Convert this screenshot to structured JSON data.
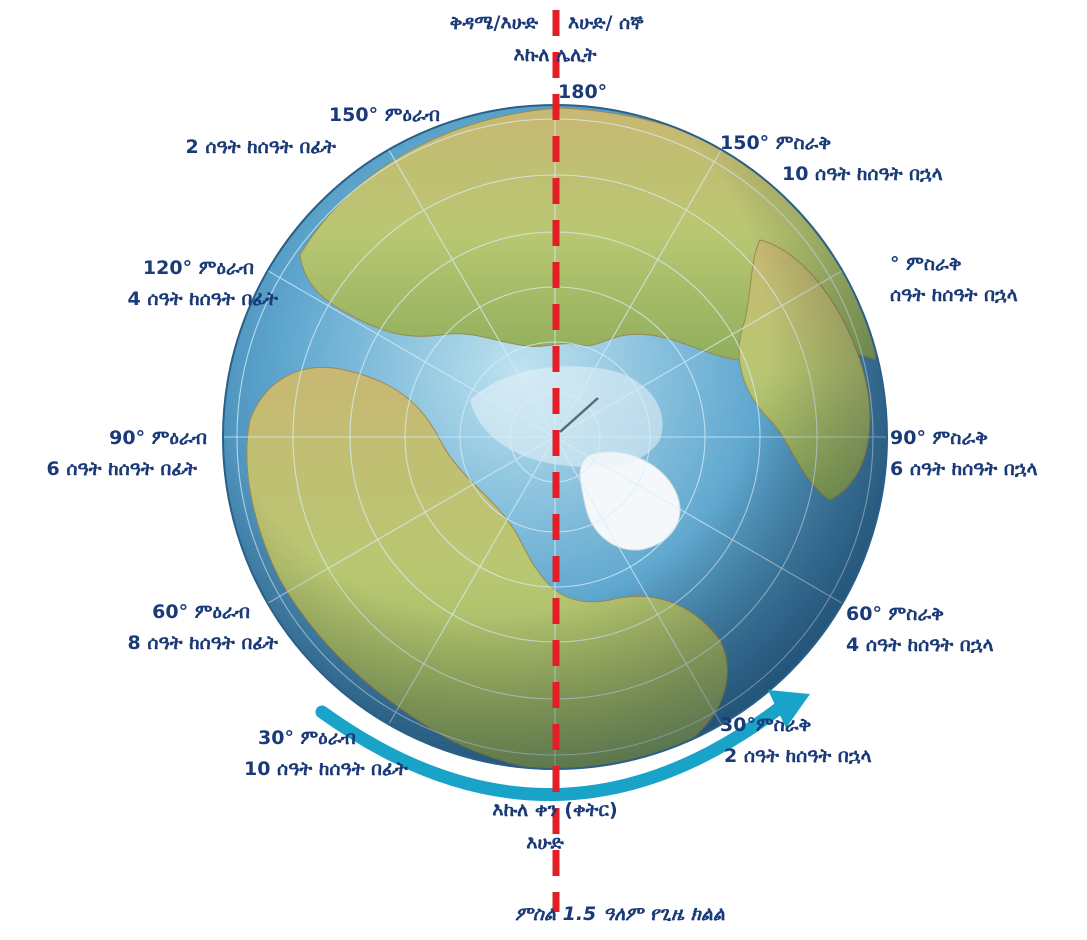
{
  "colors": {
    "label_text": "#1a3a78",
    "dateline": "#e41e26",
    "rotation_arrow": "#1aa3c8",
    "ocean": "#4a93c2",
    "land": "#d9c98a",
    "polar_ice": "#f4f8fb"
  },
  "top": {
    "left_label": "ቅዳሜ/እሁድ",
    "right_label": "እሁድ/ ሰኞ",
    "line_name": "እኩለ ሌሊት",
    "degree_180": "180°"
  },
  "west": [
    {
      "degree": "150° ምዕራብ",
      "hours": "2 ሰዓት  ከሰዓት  በፊት"
    },
    {
      "degree": "120° ምዕራብ",
      "hours": "4 ሰዓት  ከሰዓት  በፊት"
    },
    {
      "degree": "90° ምዕራብ",
      "hours": "6 ሰዓት  ከሰዓት  በፊት"
    },
    {
      "degree": "60° ምዕራብ",
      "hours": "8 ሰዓት  ከሰዓት  በፊት"
    },
    {
      "degree": "30° ምዕራብ",
      "hours": "10 ሰዓት  ከሰዓት  በፊት"
    }
  ],
  "east": [
    {
      "degree": "150° ምስራቅ",
      "hours": "10 ሰዓት  ከሰዓት  በኋላ"
    },
    {
      "degree": "° ምስራቅ",
      "hours": "ሰዓት  ከሰዓት  በኋላ"
    },
    {
      "degree": "90° ምስራቅ",
      "hours": "6 ሰዓት  ከሰዓት  በኋላ"
    },
    {
      "degree": "60° ምስራቅ",
      "hours": "4 ሰዓት  ከሰዓት  በኋላ"
    },
    {
      "degree": "30°ምስራቅ",
      "hours": "2 ሰዓት  ከሰዓት  በኋላ"
    }
  ],
  "bottom": {
    "noon_label": "እኩለ ቀን  (ቀትር)",
    "day_label": "እሁድ"
  },
  "caption": "ምስል  1.5  ዓለም  የጊዜ  ክልል"
}
